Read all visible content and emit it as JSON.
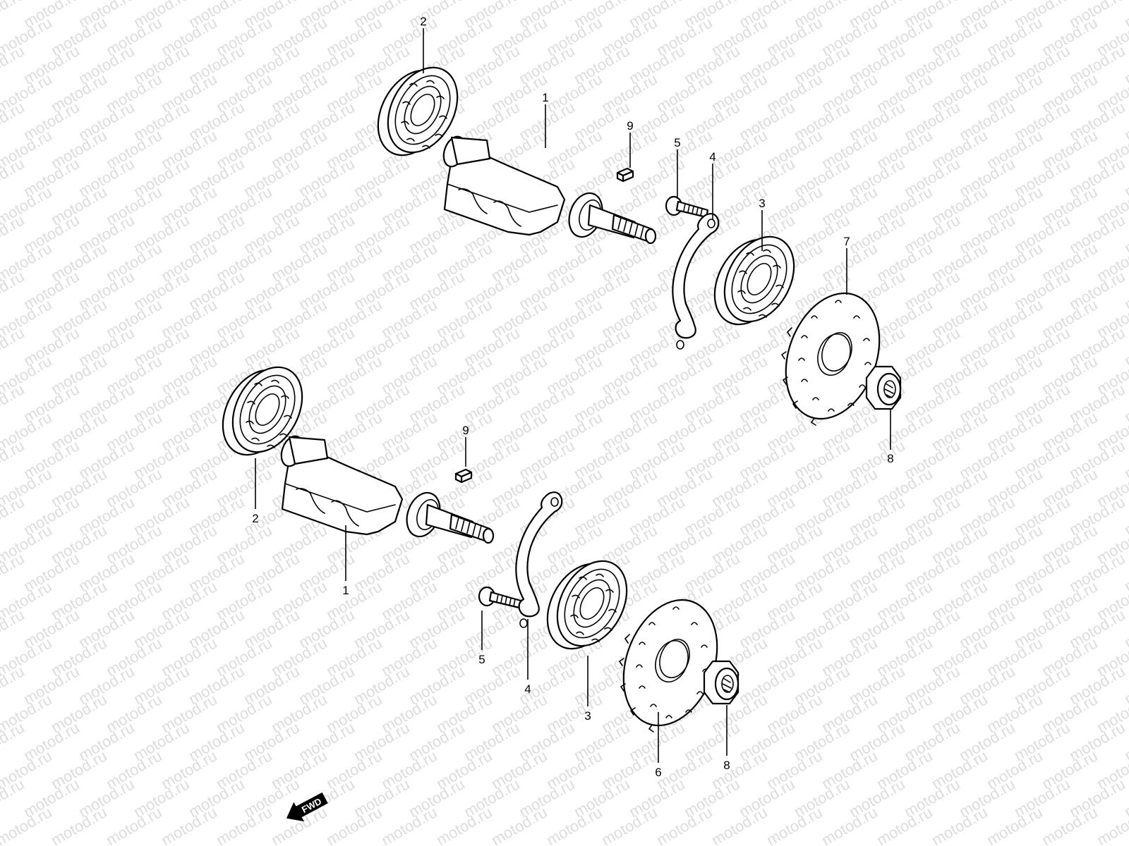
{
  "watermark": "motod.ru",
  "fwd_label": "FWD",
  "callouts": {
    "top": {
      "c1": "1",
      "c2": "2",
      "c3": "3",
      "c4": "4",
      "c5": "5",
      "c7": "7",
      "c8": "8",
      "c9": "9"
    },
    "bottom": {
      "c1": "1",
      "c2": "2",
      "c3": "3",
      "c4": "4",
      "c5": "5",
      "c6": "6",
      "c8": "8",
      "c9": "9"
    }
  }
}
